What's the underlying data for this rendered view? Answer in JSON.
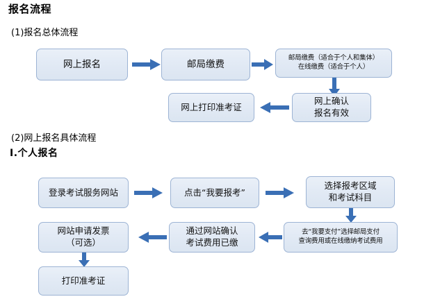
{
  "page": {
    "title": "报名流程",
    "accent_color": "#3a6fb5",
    "node_border_color": "#9cb3d4",
    "node_fill_color": "#e3ebf6"
  },
  "sections": [
    {
      "id": "section-1",
      "heading": "(1)报名总体流程"
    },
    {
      "id": "section-2",
      "heading": "(2)网上报名具体流程",
      "subheading": "Ⅰ.个人报名"
    }
  ],
  "flow1": {
    "nodes": [
      {
        "id": "n1-1",
        "label": "网上报名"
      },
      {
        "id": "n1-2",
        "label": "邮局缴费"
      },
      {
        "id": "n1-3",
        "label": "邮局缴费（适合于个人和集体）\n在线缴费（适合于个人）"
      },
      {
        "id": "n1-4",
        "label": "网上确认\n报名有效"
      },
      {
        "id": "n1-5",
        "label": "网上打印准考证"
      }
    ],
    "arrows": [
      {
        "id": "a1-1",
        "from": "n1-1",
        "to": "n1-2",
        "direction": "right"
      },
      {
        "id": "a1-2",
        "from": "n1-2",
        "to": "n1-3",
        "direction": "right"
      },
      {
        "id": "a1-3",
        "from": "n1-3",
        "to": "n1-4",
        "direction": "down"
      },
      {
        "id": "a1-4",
        "from": "n1-4",
        "to": "n1-5",
        "direction": "left"
      }
    ]
  },
  "flow2": {
    "nodes": [
      {
        "id": "n2-1",
        "label": "登录考试服务网站"
      },
      {
        "id": "n2-2",
        "label": "点击“我要报考”"
      },
      {
        "id": "n2-3",
        "label": "选择报考区域\n和考试科目"
      },
      {
        "id": "n2-4",
        "label": "去“我要支付”选择邮局支付\n查询费用或在线缴纳考试费用"
      },
      {
        "id": "n2-5",
        "label": "通过网站确认\n考试费用已缴"
      },
      {
        "id": "n2-6",
        "label": "网站申请发票\n（可选）"
      },
      {
        "id": "n2-7",
        "label": "打印准考证"
      }
    ],
    "arrows": [
      {
        "id": "a2-1",
        "from": "n2-1",
        "to": "n2-2",
        "direction": "right"
      },
      {
        "id": "a2-2",
        "from": "n2-2",
        "to": "n2-3",
        "direction": "right"
      },
      {
        "id": "a2-3",
        "from": "n2-3",
        "to": "n2-4",
        "direction": "down"
      },
      {
        "id": "a2-4",
        "from": "n2-4",
        "to": "n2-5",
        "direction": "left"
      },
      {
        "id": "a2-5",
        "from": "n2-5",
        "to": "n2-6",
        "direction": "left"
      },
      {
        "id": "a2-6",
        "from": "n2-6",
        "to": "n2-7",
        "direction": "down"
      }
    ]
  }
}
